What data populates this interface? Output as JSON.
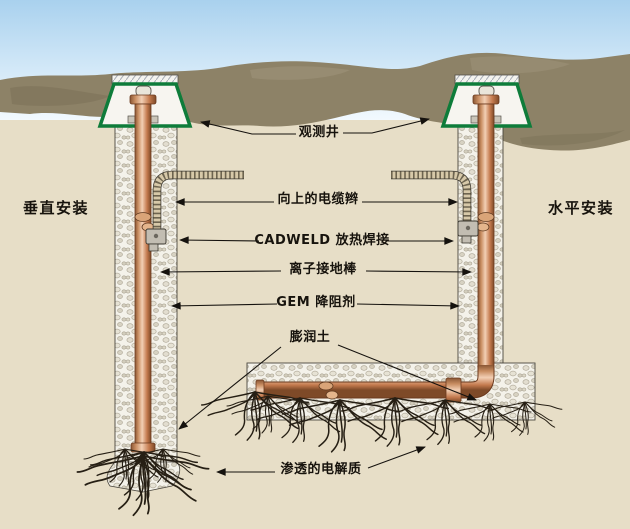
{
  "diagram": {
    "left_title": "垂直安装",
    "right_title": "水平安装",
    "callouts": {
      "observation_well": "观测井",
      "upward_cable": "向上的电缆辫",
      "cadweld_weld": "CADWELD 放热焊接",
      "ion_ground_rod": "离子接地棒",
      "gem_backfill": "GEM 降阻剂",
      "bentonite": "膨润土",
      "electrolyte": "渗透的电解质"
    },
    "colors": {
      "sky_top": "#a9d1ee",
      "sky_bottom": "#eef6fc",
      "topsoil": "#8d8267",
      "subsoil": "#e7dec7",
      "well_green": "#0e7c3a",
      "copper_mid": "#c98e62",
      "callout_line": "#15120e"
    }
  }
}
